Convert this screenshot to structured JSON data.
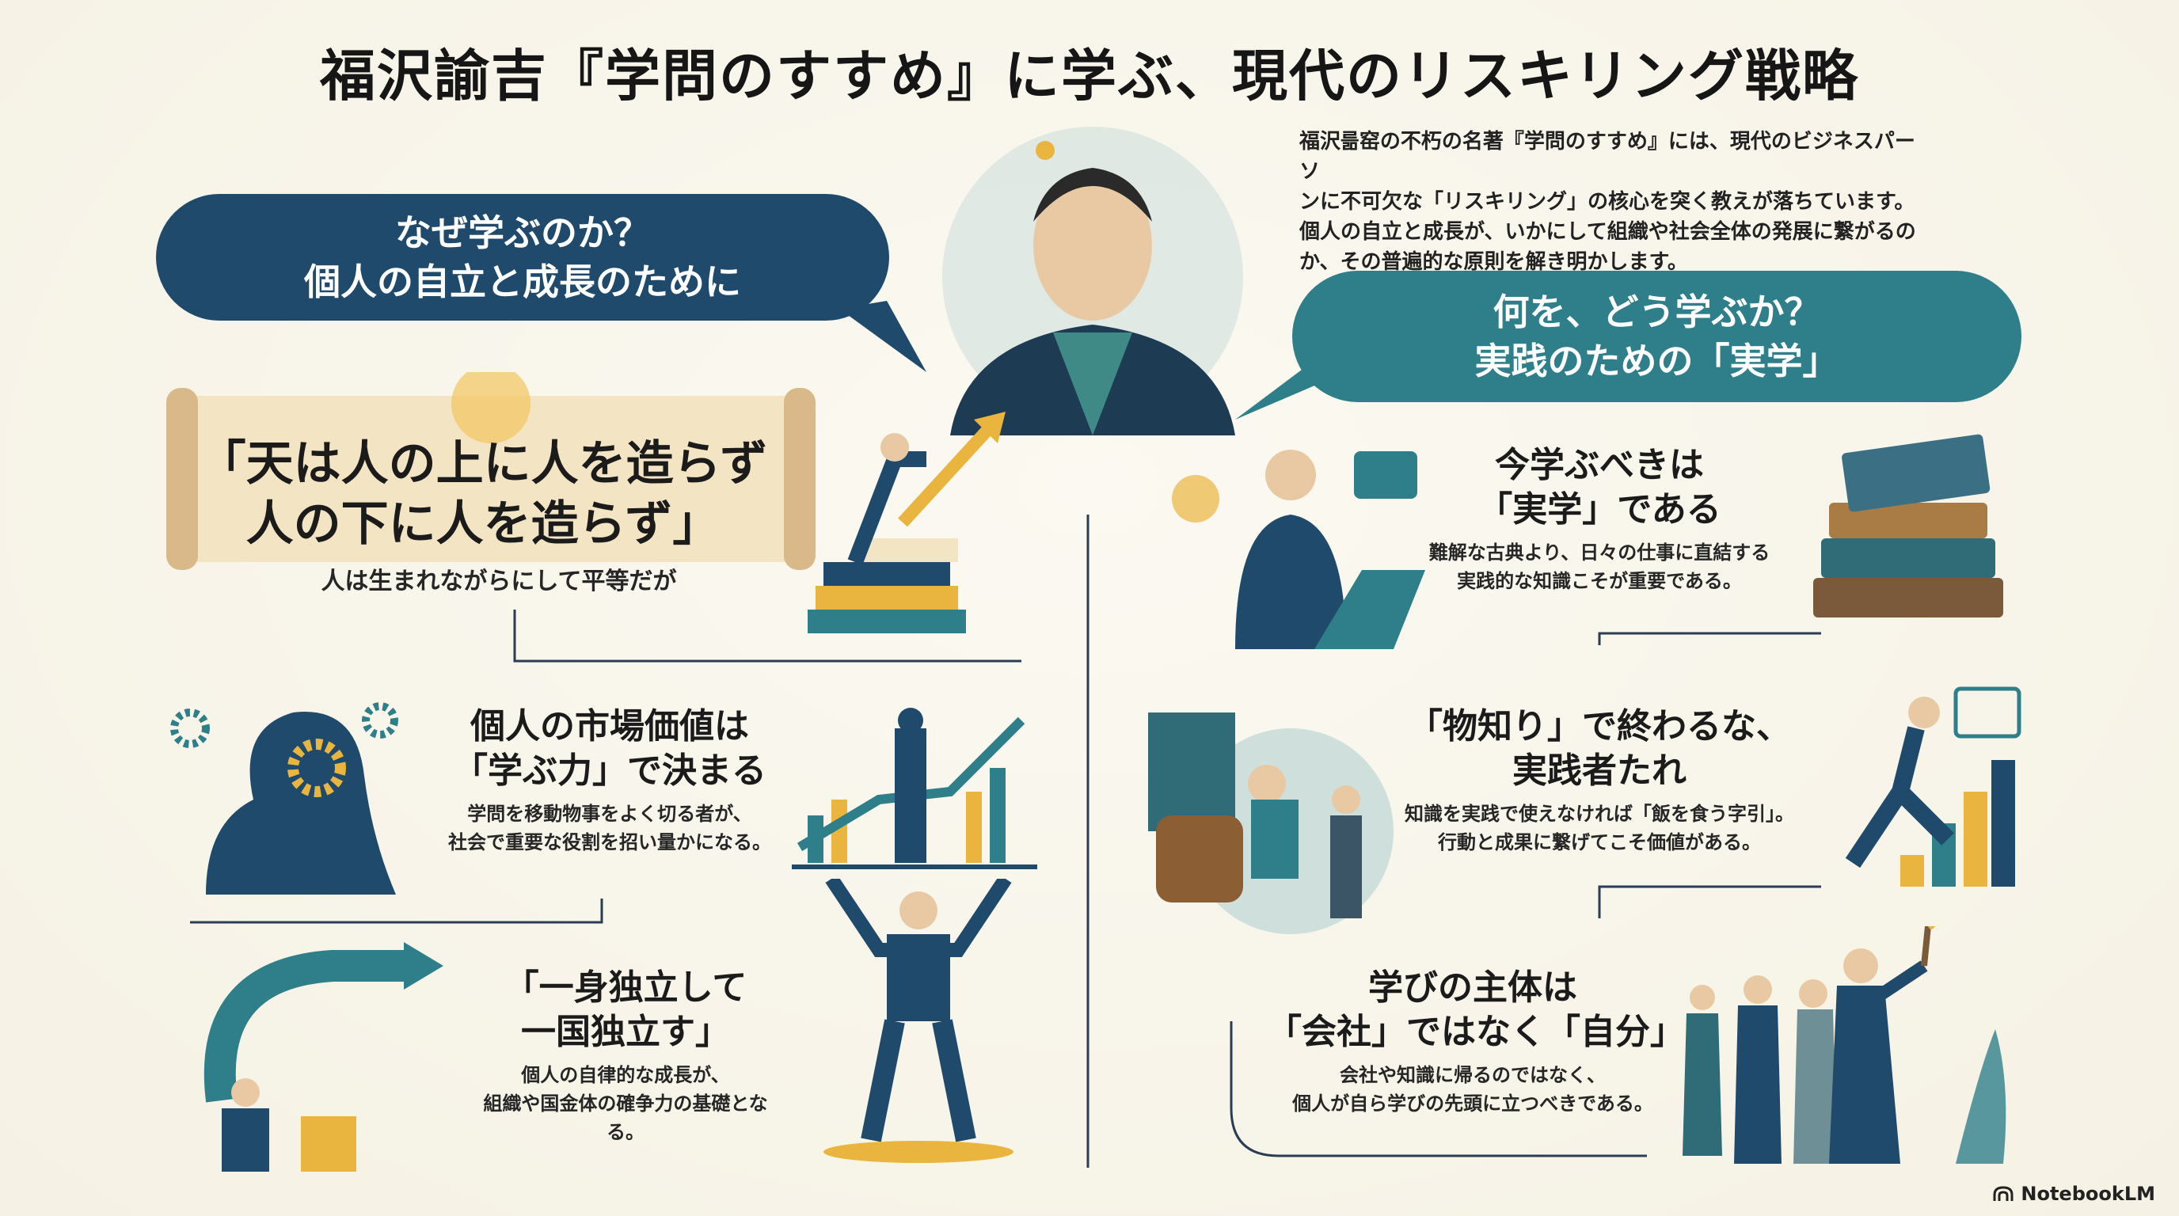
{
  "title": "福沢諭吉『学問のすすめ』に学ぶ、現代のリスキリング戦略",
  "intro": [
    "福沢륾窑の不朽の名著『学問のすすめ』には、現代のビジネスパーソ",
    "ンに不可欠な「リスキリング」の核心を突く教えが落ちています。",
    "個人の自立と成長が、いかにして組織や社会全体の発展に繋がるの",
    "か、その普遍的な原則を解き明かします。"
  ],
  "left_section": {
    "bubble": [
      "なぜ学ぶのか？",
      "個人の自立と成長のために"
    ],
    "quote": {
      "lines": [
        "「天は人の上に人を造らず",
        "人の下に人を造らず」"
      ],
      "sub": "人は生まれながらにして平等だが"
    },
    "items": [
      {
        "head": [
          "個人の市場価値は",
          "「学ぶ力」で決まる"
        ],
        "sub": [
          "学問を移動物事をよく切る者が、",
          "社会で重要な役割を招い量かになる。"
        ]
      },
      {
        "head": [
          "「一身独立して",
          "一国独立す」"
        ],
        "sub": [
          "個人の自律的な成長が、",
          "組織や国金体の確争力の基礎となる。"
        ]
      }
    ]
  },
  "right_section": {
    "bubble": [
      "何を、どう学ぶか？",
      "実践のための「実学」"
    ],
    "items": [
      {
        "head": [
          "今学ぶべきは",
          "「実学」である"
        ],
        "sub": [
          "難解な古典より、日々の仕事に直結する",
          "実践的な知識こそが重要である。"
        ]
      },
      {
        "head": [
          "「物知り」で終わるな、",
          "実践者たれ"
        ],
        "sub": [
          "知識を実践で使えなければ「飯を食う字引」。",
          "行動と成果に繋げてこそ価値がある。"
        ]
      },
      {
        "head": [
          "学びの主体は",
          "「会社」ではなく「自分」"
        ],
        "sub": [
          "会社や知識に帰るのではなく、",
          "個人が自ら学びの先頭に立つべきである。"
        ]
      }
    ]
  },
  "footer": {
    "logo": "NotebookLM",
    "icon": "notebooklm-logo-icon"
  },
  "colors": {
    "navy": "#1f4a6b",
    "teal": "#2f7f8b",
    "gold": "#e9b53f",
    "background": "#f7f4ea"
  }
}
